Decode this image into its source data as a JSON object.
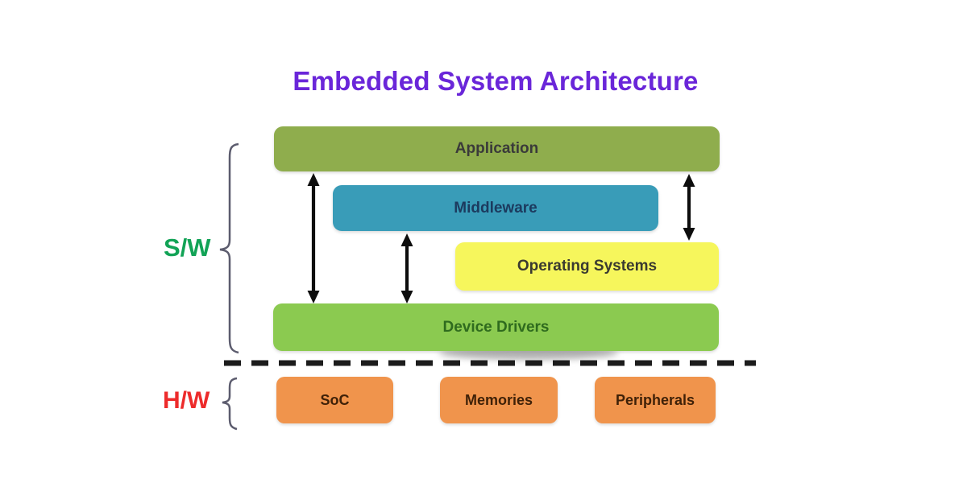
{
  "palette": {
    "background": "#ffffff",
    "title_text": "#6a26d9",
    "application_fill": "#8fad4d",
    "application_text": "#3a3a3a",
    "middleware_fill": "#399cb8",
    "middleware_text": "#1c3a5e",
    "os_fill": "#f6f65c",
    "os_text": "#3a3a30",
    "device_drivers_fill": "#8bca50",
    "device_drivers_text": "#2f6b1e",
    "hardware_fill": "#f0944c",
    "hardware_text": "#3f2108",
    "software_label_text": "#12a356",
    "hardware_label_text": "#ed2b2b",
    "arrow_color": "#0d0d0d",
    "divider_color": "#1c1c1c",
    "bracket_color": "#5c5c6e"
  },
  "diagram": {
    "title": "Embedded System Architecture",
    "software_section": {
      "label": "S/W",
      "layers": [
        {
          "label": "Application"
        },
        {
          "label": "Middleware"
        },
        {
          "label": "Operating Systems"
        },
        {
          "label": "Device Drivers"
        }
      ]
    },
    "hardware_section": {
      "label": "H/W",
      "components": [
        {
          "label": "SoC"
        },
        {
          "label": "Memories"
        },
        {
          "label": "Peripherals"
        }
      ]
    },
    "connections": [
      {
        "from": "Application",
        "to": "Device Drivers",
        "type": "bidirectional-arrow"
      },
      {
        "from": "Middleware",
        "to": "Device Drivers",
        "type": "bidirectional-arrow"
      },
      {
        "from": "Application",
        "to": "Operating Systems",
        "type": "bidirectional-arrow"
      }
    ],
    "divider": {
      "style": "dashed",
      "separates": "S/W | H/W"
    }
  }
}
